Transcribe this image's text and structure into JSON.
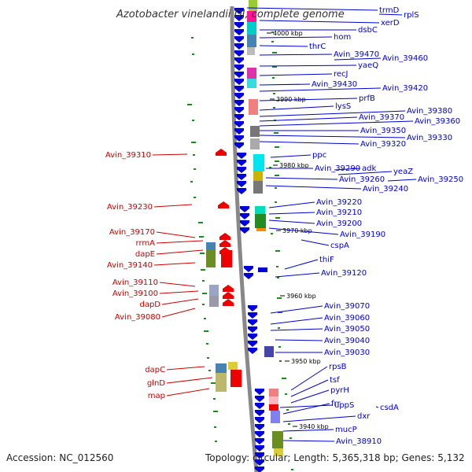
{
  "title": "Azotobacter vinelandii DJ, complete genome",
  "footer": {
    "accession": "Accession: NC_012560",
    "summary": "Topology: circular; Length: 5,365,318 bp; Genes: 5,132"
  },
  "colors": {
    "forward": "#0000dd",
    "reverse": "#ee0000",
    "backbone": "#888888",
    "gc_plot": "#1a8a1a",
    "label_forward": "#0000cc",
    "label_reverse": "#cc0000"
  },
  "ticks": [
    "4000 kbp",
    "3990 kbp",
    "3980 kbp",
    "3970 kbp",
    "3960 kbp",
    "3950 kbp",
    "3940 kbp"
  ],
  "labels_forward": [
    "trmD",
    "rplS",
    "xerD",
    "dsbC",
    "hom",
    "thrC",
    "Avin_39470",
    "Avin_39460",
    "yaeQ",
    "recJ",
    "Avin_39430",
    "Avin_39420",
    "prfB",
    "lysS",
    "Avin_39380",
    "Avin_39370",
    "Avin_39360",
    "Avin_39350",
    "Avin_39330",
    "Avin_39320",
    "ppc",
    "Avin_39290",
    "adk",
    "yeaZ",
    "Avin_39260",
    "Avin_39250",
    "Avin_39240",
    "Avin_39220",
    "Avin_39210",
    "Avin_39200",
    "Avin_39190",
    "cspA",
    "thiF",
    "Avin_39120",
    "Avin_39070",
    "Avin_39060",
    "Avin_39050",
    "Avin_39040",
    "Avin_39030",
    "rpsB",
    "tsf",
    "pyrH",
    "uppS",
    "frr",
    "csdA",
    "dxr",
    "mucP",
    "Avin_38910"
  ],
  "labels_reverse": [
    "Avin_39310",
    "Avin_39230",
    "Avin_39170",
    "rrmA",
    "dapE",
    "Avin_39140",
    "Avin_39110",
    "Avin_39100",
    "dapD",
    "Avin_39080",
    "dapC",
    "glnD",
    "map"
  ]
}
